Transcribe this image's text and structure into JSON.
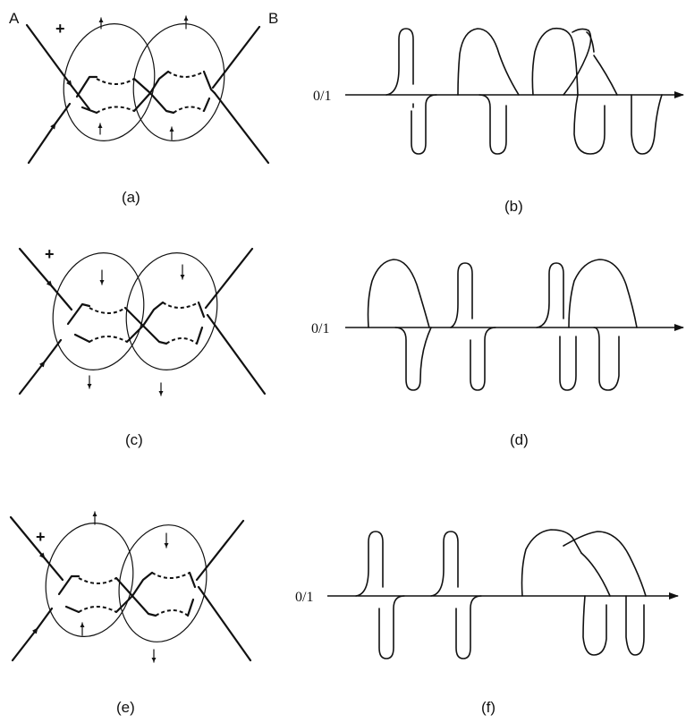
{
  "point_labels": {
    "a": "A",
    "b": "B"
  },
  "sign": "+",
  "axis_label": "0/1",
  "captions": {
    "a": "(a)",
    "b": "(b)",
    "c": "(c)",
    "d": "(d)",
    "e": "(e)",
    "f": "(f)"
  }
}
